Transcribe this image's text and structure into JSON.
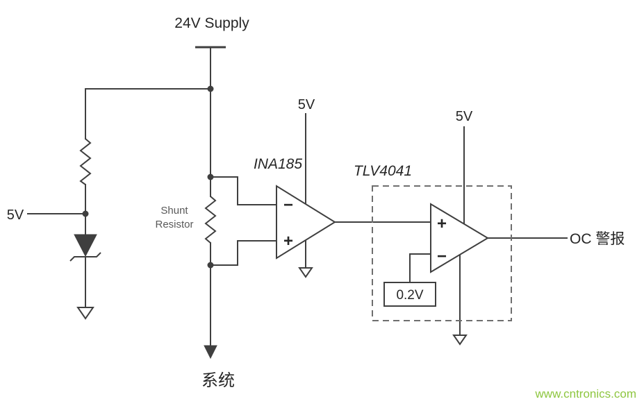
{
  "diagram": {
    "labels": {
      "supply": "24V Supply",
      "left_rail": "5V",
      "shunt_line1": "Shunt",
      "shunt_line2": "Resistor",
      "amp_name": "INA185",
      "amp_supply": "5V",
      "amp_minus": "−",
      "amp_plus": "+",
      "comp_name": "TLV4041",
      "comp_supply": "5V",
      "comp_plus": "+",
      "comp_minus": "−",
      "reference": "0.2V",
      "output": "OC 警报",
      "system": "系统"
    },
    "watermark": "www.cntronics.com",
    "colors": {
      "wire": "#3f3f3f",
      "label_text": "#262626",
      "muted_text": "#595959",
      "dashed_box": "#6e6e6e",
      "watermark": "#8dc63f",
      "background": "#ffffff"
    }
  }
}
